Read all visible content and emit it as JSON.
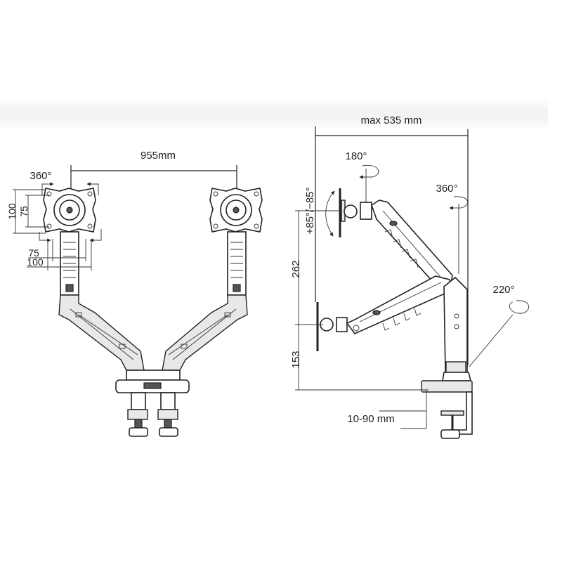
{
  "front_view": {
    "width_label": "955mm",
    "rotation_label": "360°",
    "vesa_vertical_outer": "100",
    "vesa_vertical_inner": "75",
    "vesa_horizontal_inner": "75",
    "vesa_horizontal_outer": "100"
  },
  "side_view": {
    "max_reach_label": "max 535 mm",
    "swivel_label": "180°",
    "arm_rotation_label": "360°",
    "tilt_label": "+85°/−85°",
    "upper_height_label": "262",
    "lower_height_label": "153",
    "base_rotation_label": "220°",
    "clamp_range_label": "10-90 mm"
  }
}
